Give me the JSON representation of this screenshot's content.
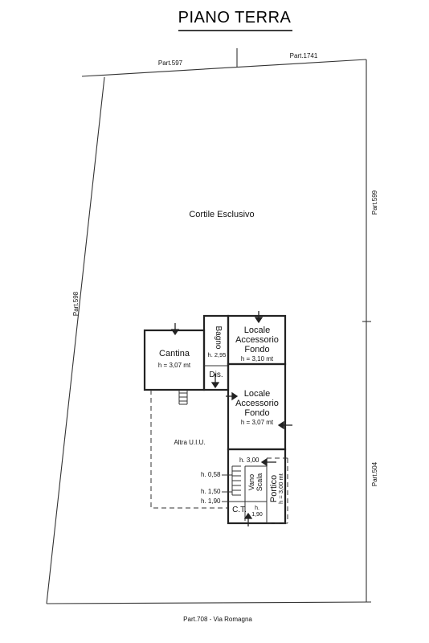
{
  "title": "PIANO TERRA",
  "parcels": {
    "top_left": "Part.597",
    "top_right": "Part.1741",
    "right_upper": "Part.599",
    "right_lower": "Part.504",
    "left": "Part.598",
    "bottom": "Part.708 - Via Romagna"
  },
  "areas": {
    "courtyard": "Cortile Esclusivo",
    "other_unit": "Altra U.I.U."
  },
  "rooms": {
    "cantina": {
      "name": "Cantina",
      "height": "h = 3,07 mt"
    },
    "bagno": {
      "name": "Bagno",
      "height": "h. 2,95"
    },
    "dis": {
      "name": "Dis."
    },
    "locale_upper": {
      "line1": "Locale",
      "line2": "Accessorio",
      "line3": "Fondo",
      "height": "h = 3,10 mt"
    },
    "locale_lower": {
      "line1": "Locale",
      "line2": "Accessorio",
      "line3": "Fondo",
      "height": "h = 3,07 mt"
    },
    "vano_scala": {
      "line1": "Vano",
      "line2": "Scala"
    },
    "portico": {
      "name": "Portico",
      "height": "h = 3,00 mt"
    },
    "ct": {
      "name": "C.T.",
      "height_line1": "h.",
      "height_line2": "1,90"
    }
  },
  "heights": [
    "h. 3,00",
    "h. 0,58",
    "h. 1,50",
    "h. 1,90"
  ]
}
